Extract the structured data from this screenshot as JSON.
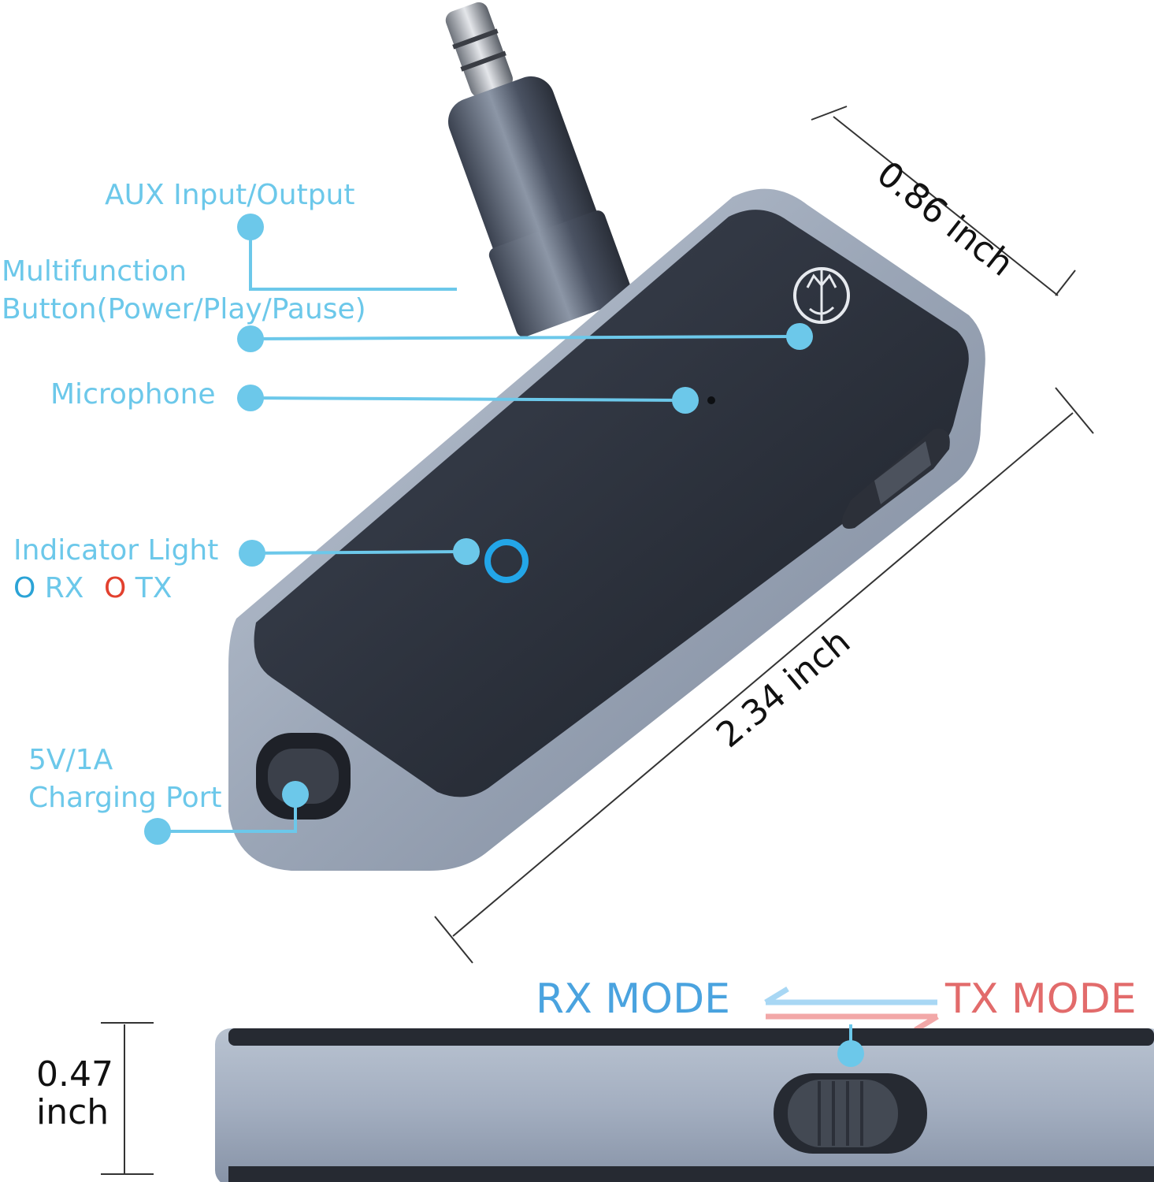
{
  "callouts": {
    "aux": "AUX Input/Output",
    "multifunction_line1": "Multifunction",
    "multifunction_line2": "Button(Power/Play/Pause)",
    "microphone": "Microphone",
    "indicator": "Indicator Light",
    "legend": {
      "rx_symbol": "O",
      "rx_label": "RX",
      "tx_symbol": "O",
      "tx_label": "TX"
    },
    "charging_line1": "5V/1A",
    "charging_line2": "Charging Port"
  },
  "dimensions": {
    "width": "0.86 inch",
    "length": "2.34 inch",
    "height_line1": "0.47",
    "height_line2": "inch"
  },
  "modes": {
    "rx": "RX MODE",
    "tx": "TX MODE"
  },
  "colors": {
    "callout": "#6cc8ea",
    "rx_blue": "#4aa3df",
    "tx_red": "#e26b6b",
    "indicator_ring": "#23a6e8",
    "legend_rx": "#2ba3d6",
    "legend_tx": "#e2402e"
  }
}
